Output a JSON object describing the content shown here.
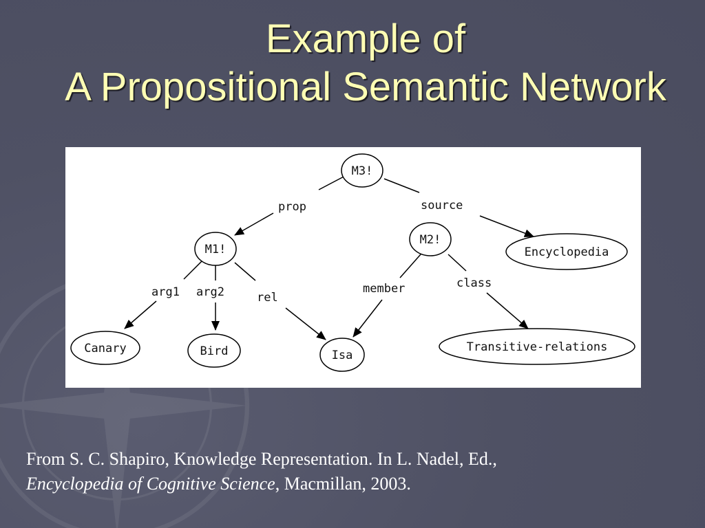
{
  "slide": {
    "title_line1": "Example of",
    "title_line2": "A Propositional Semantic Network"
  },
  "diagram": {
    "nodes": {
      "m3": "M3!",
      "m1": "M1!",
      "m2": "M2!",
      "encyclopedia": "Encyclopedia",
      "canary": "Canary",
      "bird": "Bird",
      "isa": "Isa",
      "transitive": "Transitive-relations"
    },
    "edges": {
      "prop": "prop",
      "source": "source",
      "arg1": "arg1",
      "arg2": "arg2",
      "rel": "rel",
      "member": "member",
      "class": "class"
    }
  },
  "citation": {
    "line1": "From S. C. Shapiro, Knowledge Representation.  In L. Nadel, Ed.,",
    "journal": "Encyclopedia of Cognitive Science",
    "line2_rest": ", Macmillan, 2003."
  },
  "colors": {
    "background": "#4f5164",
    "title": "#ffffb4",
    "citation_text": "#ffffff"
  }
}
